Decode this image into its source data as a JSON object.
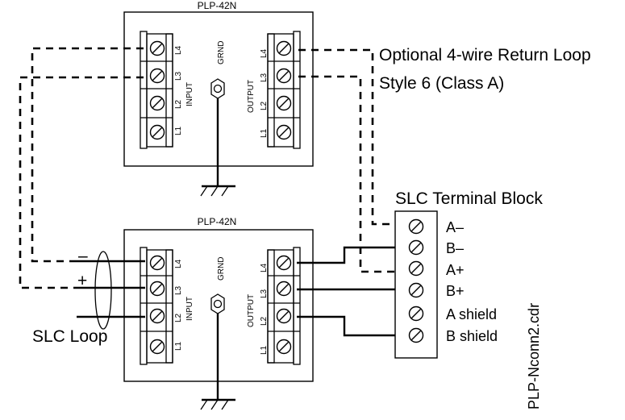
{
  "modules": [
    {
      "title": "PLP-42N",
      "input_label": "INPUT",
      "output_label": "OUTPUT",
      "ground_label": "GRND",
      "input_terminals": [
        "L4",
        "L3",
        "L2",
        "L1"
      ],
      "output_terminals": [
        "L4",
        "L3",
        "L2",
        "L1"
      ]
    },
    {
      "title": "PLP-42N",
      "input_label": "INPUT",
      "output_label": "OUTPUT",
      "ground_label": "GRND",
      "input_terminals": [
        "L4",
        "L3",
        "L2",
        "L1"
      ],
      "output_terminals": [
        "L4",
        "L3",
        "L2",
        "L1"
      ]
    }
  ],
  "return_loop": {
    "line1": "Optional 4-wire Return Loop",
    "line2": "Style 6 (Class A)"
  },
  "slc_terminal_block": {
    "title": "SLC Terminal Block",
    "terminals": [
      "A–",
      "B–",
      "A+",
      "B+",
      "A shield",
      "B shield"
    ]
  },
  "slc_loop": {
    "label": "SLC Loop",
    "minus_sign": "–",
    "plus_sign": "+"
  },
  "file_name": "PLP-Nconn2.cdr"
}
